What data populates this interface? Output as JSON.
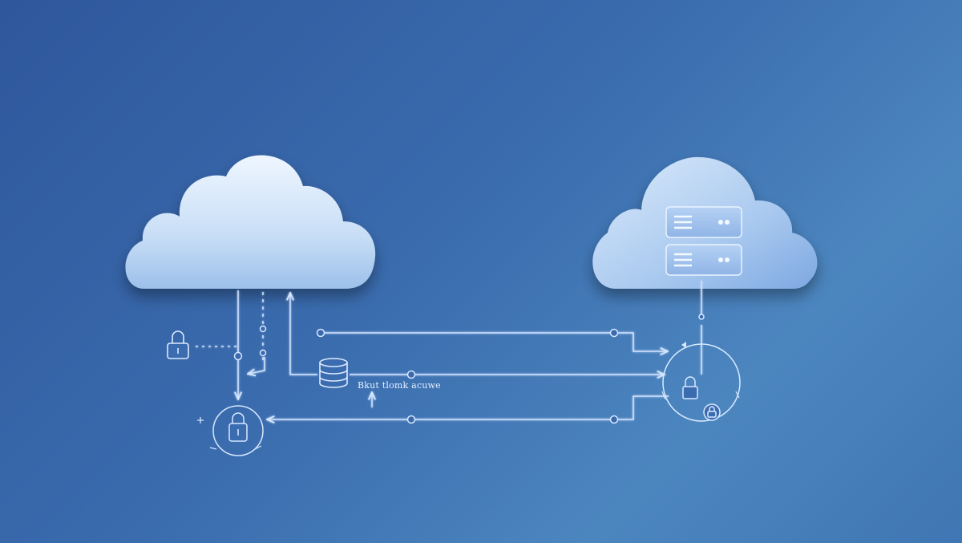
{
  "diagram": {
    "flow_label": "Bkut tlomk acuwe",
    "nodes": [
      {
        "id": "source-cloud",
        "kind": "cloud",
        "icon": "cloud-icon"
      },
      {
        "id": "server-cloud",
        "kind": "cloud-with-servers",
        "icon": "server-rack-icon"
      },
      {
        "id": "left-lock",
        "kind": "lock",
        "icon": "padlock-icon"
      },
      {
        "id": "database",
        "kind": "database",
        "icon": "database-icon"
      },
      {
        "id": "secure-gateway",
        "kind": "circle-lock",
        "icon": "padlock-icon"
      },
      {
        "id": "encryption-hub",
        "kind": "circle-lock",
        "icon": "padlock-icon"
      }
    ],
    "colors": {
      "background_start": "#2f579c",
      "background_end": "#4c86bf",
      "cloud_light": "#e4f0fc",
      "cloud_shade": "#a6c8ee",
      "line": "#cfe2ff"
    }
  }
}
